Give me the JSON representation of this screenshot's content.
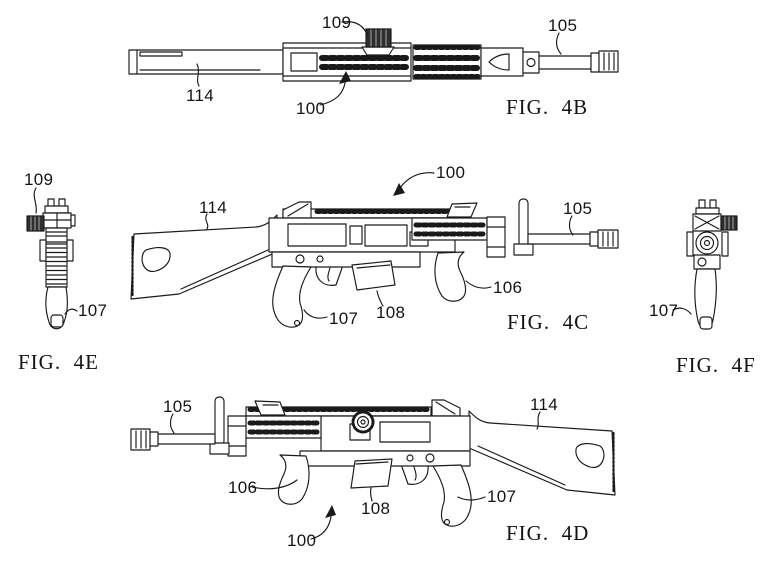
{
  "document": {
    "type": "patent-figure-sheet",
    "background": "#ffffff",
    "ink_color": "#1a1a1a"
  },
  "figures": {
    "fig4b": {
      "caption": "FIG.  4B",
      "labels": {
        "n109": "109",
        "n105": "105",
        "n114": "114",
        "n100": "100"
      }
    },
    "fig4c": {
      "caption": "FIG.  4C",
      "labels": {
        "n114": "114",
        "n100": "100",
        "n105": "105",
        "n106": "106",
        "n107": "107",
        "n108": "108"
      }
    },
    "fig4d": {
      "caption": "FIG.  4D",
      "labels": {
        "n105": "105",
        "n114": "114",
        "n106": "106",
        "n108": "108",
        "n107": "107",
        "n100": "100"
      }
    },
    "fig4e": {
      "caption": "FIG.  4E",
      "labels": {
        "n109": "109",
        "n107": "107"
      }
    },
    "fig4f": {
      "caption": "FIG.  4F",
      "labels": {
        "n107": "107"
      }
    }
  }
}
